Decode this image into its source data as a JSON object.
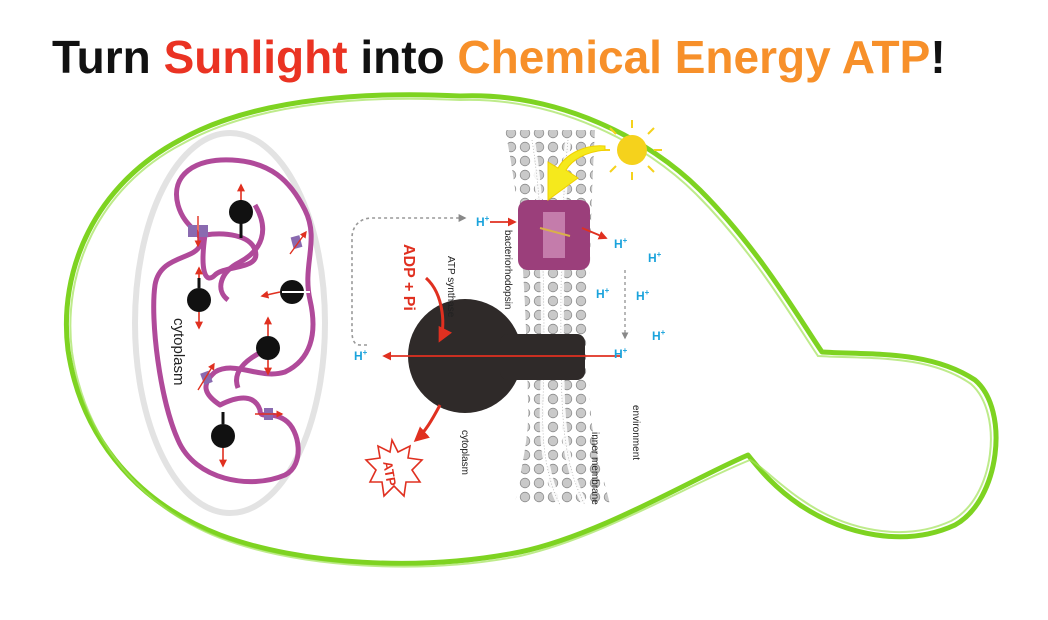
{
  "title": {
    "part1": "Turn ",
    "part2": "Sunlight",
    "part3": " into ",
    "part4": "Chemical Energy ATP",
    "part5": "!"
  },
  "labels": {
    "cytoplasm_left": "cytoplasm",
    "atp_synthase": "ATP synthase",
    "adp_pi": "ADP + Pi",
    "bacteriorhodopsin": "bacteriorhodopsin",
    "cytoplasm_right": "cytoplasm",
    "inner_membrane": "inner membrane",
    "environment": "environment",
    "atp": "ATP",
    "proton": "H",
    "proton_charge": "+"
  },
  "colors": {
    "title_red": "#ea3323",
    "title_orange": "#f7902a",
    "cell_outline": "#7ed321",
    "membrane_magenta": "#b04a9a",
    "proton_blue": "#1aa3dc",
    "arrow_red": "#e03020",
    "sun_yellow": "#f5d21c"
  }
}
